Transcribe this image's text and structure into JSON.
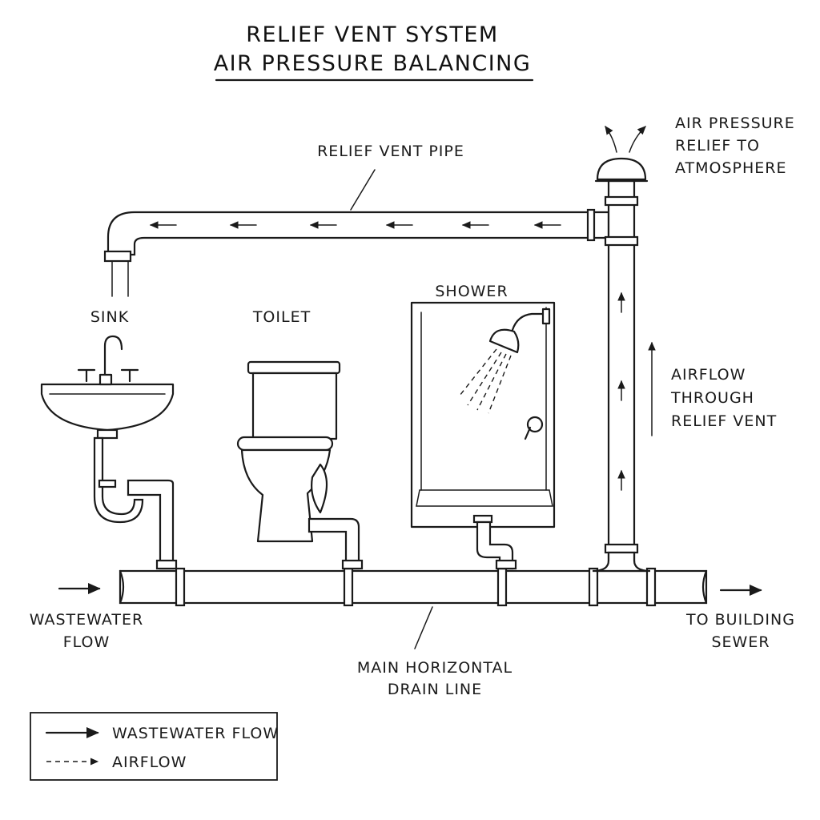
{
  "title": "RELIEF VENT SYSTEM",
  "subtitle": "AIR PRESSURE BALANCING",
  "labels": {
    "relief_vent_pipe": "RELIEF VENT PIPE",
    "air_relief": [
      "AIR PRESSURE",
      "RELIEF TO",
      "ATMOSPHERE"
    ],
    "sink": "SINK",
    "toilet": "TOILET",
    "shower": "SHOWER",
    "airflow_vent": [
      "AIRFLOW",
      "THROUGH",
      "RELIEF VENT"
    ],
    "wastewater_in": [
      "WASTEWATER",
      "FLOW"
    ],
    "to_sewer": [
      "TO BUILDING",
      "SEWER"
    ],
    "main_drain": [
      "MAIN HORIZONTAL",
      "DRAIN LINE"
    ]
  },
  "legend": {
    "wastewater": "WASTEWATER FLOW",
    "airflow": "AIRFLOW"
  }
}
